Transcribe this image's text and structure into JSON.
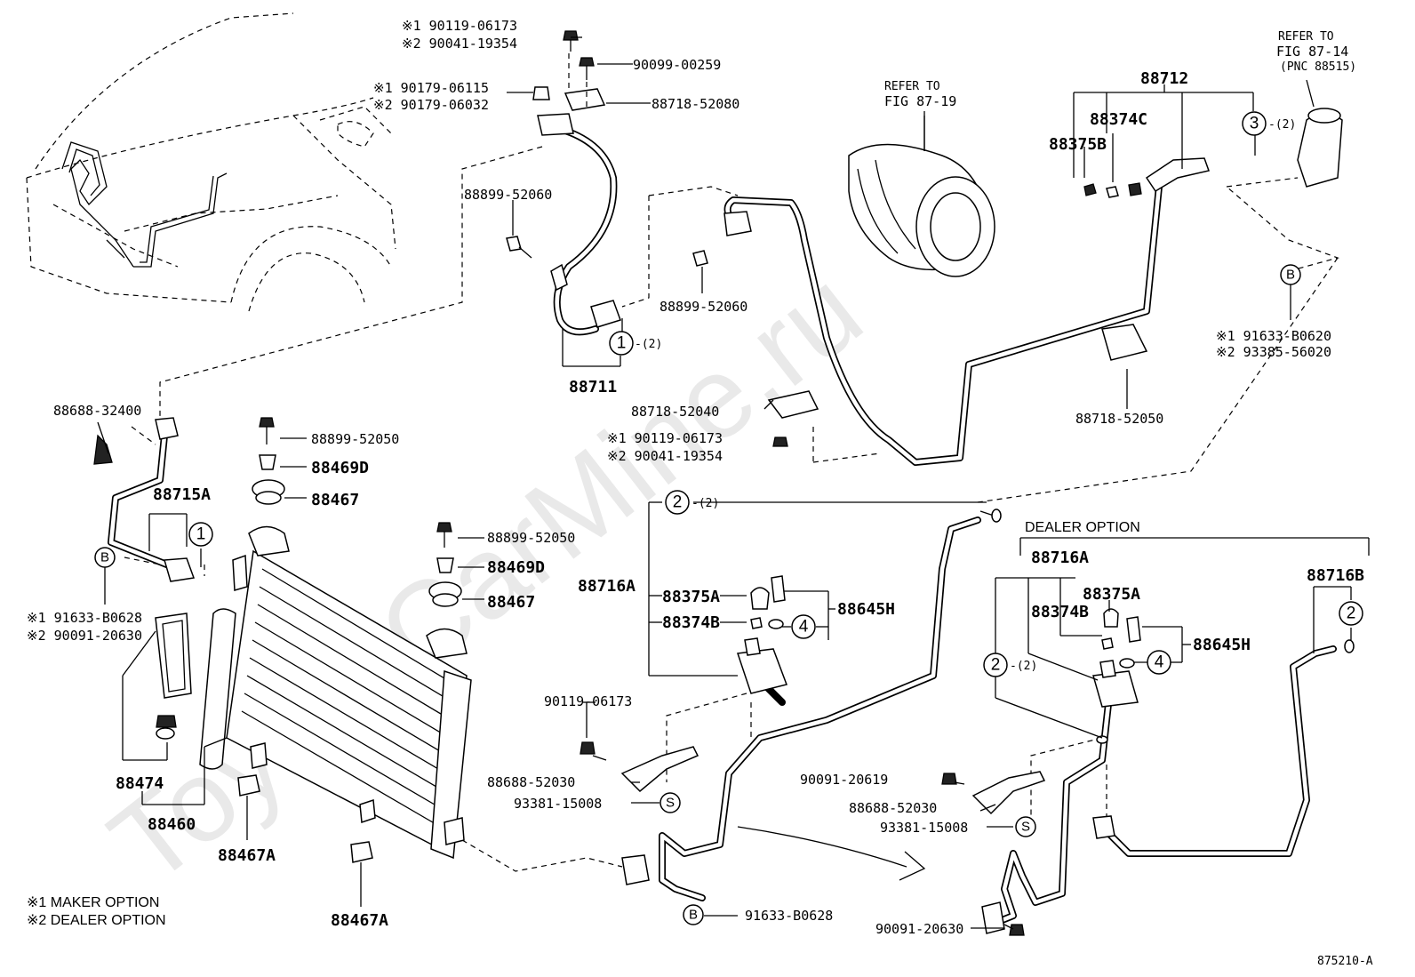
{
  "watermark": "ToyotaCarMine.ru",
  "figure_id": "875210-A",
  "notes": {
    "maker": "※1 MAKER OPTION",
    "dealer": "※2 DEALER OPTION"
  },
  "section_label": "DEALER OPTION",
  "references": {
    "fig87_19": [
      "REFER TO",
      "FIG 87-19"
    ],
    "fig87_14": [
      "REFER TO",
      "FIG 87-14",
      "(PNC 88515)"
    ]
  },
  "callouts": {
    "c1": "1",
    "c1_qty": "1",
    "c1_qty_suffix": "-(2)",
    "c2": "2",
    "c2_qty_suffix": "-(2)",
    "c3": "3",
    "c3_qty_suffix": "-(2)",
    "c4": "4",
    "cB": "B",
    "cS": "S"
  },
  "labels": {
    "p_90119_06173_top": "※1 90119-06173",
    "p_90041_19354_top": "※2 90041-19354",
    "p_90099_00259": "90099-00259",
    "p_90179_06115": "※1 90179-06115",
    "p_90179_06032": "※2 90179-06032",
    "p_88718_52080": "88718-52080",
    "p_88899_52060_a": "88899-52060",
    "p_88899_52060_b": "88899-52060",
    "p_88711": "88711",
    "p_88712": "88712",
    "p_88374C": "88374C",
    "p_88375B": "88375B",
    "p_91633_B0620": "※1 91633-B0620",
    "p_93385_56020": "※2 93385-56020",
    "p_88718_52050": "88718-52050",
    "p_88718_52040": "88718-52040",
    "p_90119_06173_mid": "※1 90119-06173",
    "p_90041_19354_mid": "※2 90041-19354",
    "p_88688_32400": "88688-32400",
    "p_88899_52050_a": "88899-52050",
    "p_88469D_a": "88469D",
    "p_88467_a": "88467",
    "p_88715A": "88715A",
    "p_91633_B0628_a": "※1 91633-B0628",
    "p_90091_20630_a": "※2 90091-20630",
    "p_88899_52050_b": "88899-52050",
    "p_88469D_b": "88469D",
    "p_88467_b": "88467",
    "p_88474": "88474",
    "p_88460": "88460",
    "p_88467A_a": "88467A",
    "p_88467A_b": "88467A",
    "p_88716A_a": "88716A",
    "p_88375A_a": "88375A",
    "p_88374B_a": "88374B",
    "p_88645H_a": "88645H",
    "p_90119_06173_low": "90119-06173",
    "p_88688_52030_a": "88688-52030",
    "p_93381_15008_a": "93381-15008",
    "p_91633_B0628_b": "91633-B0628",
    "p_88716A_b": "88716A",
    "p_88375A_b": "88375A",
    "p_88374B_b": "88374B",
    "p_88645H_b": "88645H",
    "p_88716B": "88716B",
    "p_90091_20619": "90091-20619",
    "p_88688_52030_b": "88688-52030",
    "p_93381_15008_b": "93381-15008",
    "p_90091_20630_b": "90091-20630"
  }
}
